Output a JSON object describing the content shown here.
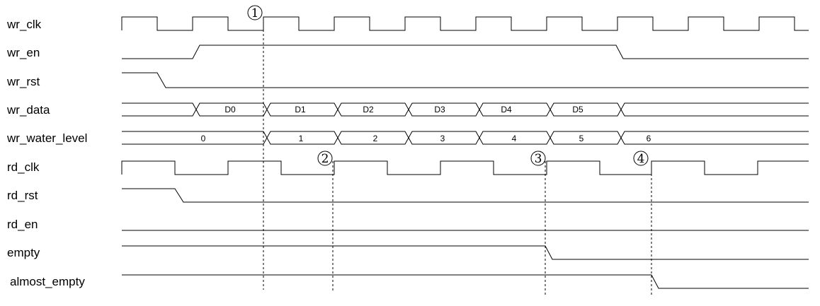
{
  "signals": [
    {
      "name": "wr_clk"
    },
    {
      "name": "wr_en"
    },
    {
      "name": "wr_rst"
    },
    {
      "name": "wr_data",
      "values": [
        "D0",
        "D1",
        "D2",
        "D3",
        "D4",
        "D5"
      ]
    },
    {
      "name": "wr_water_level",
      "values": [
        "0",
        "1",
        "2",
        "3",
        "4",
        "5",
        "6"
      ]
    },
    {
      "name": "rd_clk"
    },
    {
      "name": "rd_rst"
    },
    {
      "name": "rd_en"
    },
    {
      "name": "empty"
    },
    {
      "name": "almost_empty"
    }
  ],
  "markers": [
    "1",
    "2",
    "3",
    "4"
  ],
  "colors": {
    "line": "#000000",
    "background": "#ffffff"
  }
}
